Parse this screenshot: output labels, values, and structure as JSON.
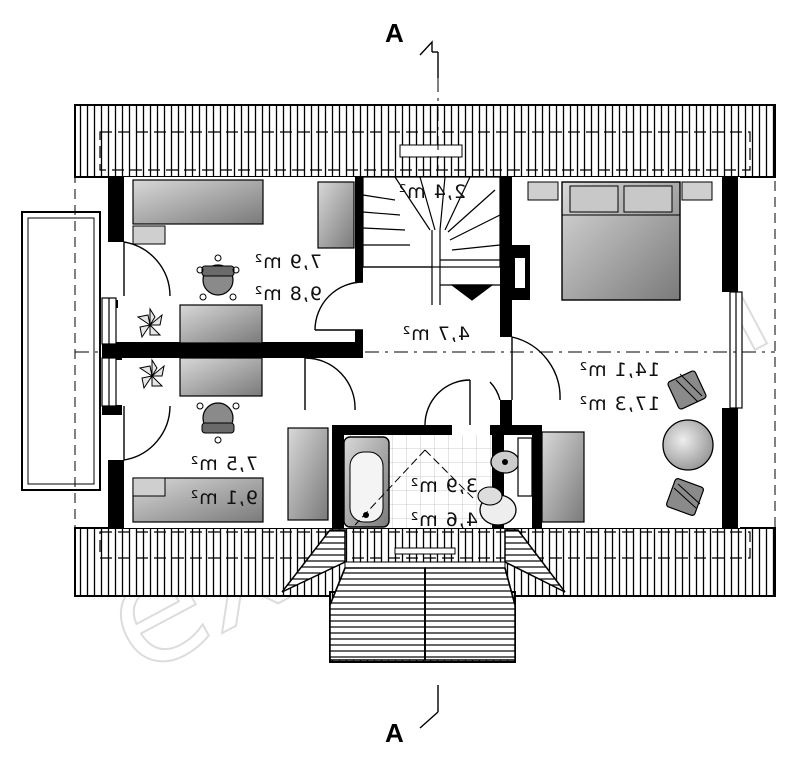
{
  "section_marks": {
    "top": "A",
    "bottom": "A"
  },
  "watermark": "extradom",
  "rooms": {
    "stair": {
      "area": "2,4 m²"
    },
    "bedroom_top_left": {
      "area_1": "7,9 m²",
      "area_2": "9,8 m²"
    },
    "hall": {
      "area": "4,7 m²"
    },
    "bedroom_main": {
      "area_1": "14,1 m²",
      "area_2": "17,3 m²"
    },
    "bedroom_bottom_left": {
      "area_1": "7,5 m²",
      "area_2": "9,1 m²"
    },
    "bathroom": {
      "area_1": "3,9 m²",
      "area_2": "4,6 m²"
    }
  },
  "colors": {
    "wall": "#000000",
    "furniture": "#8a8a8a",
    "furniture_light": "#bdbdbd",
    "floor": "#ffffff",
    "roof_hatch": "#000000"
  }
}
